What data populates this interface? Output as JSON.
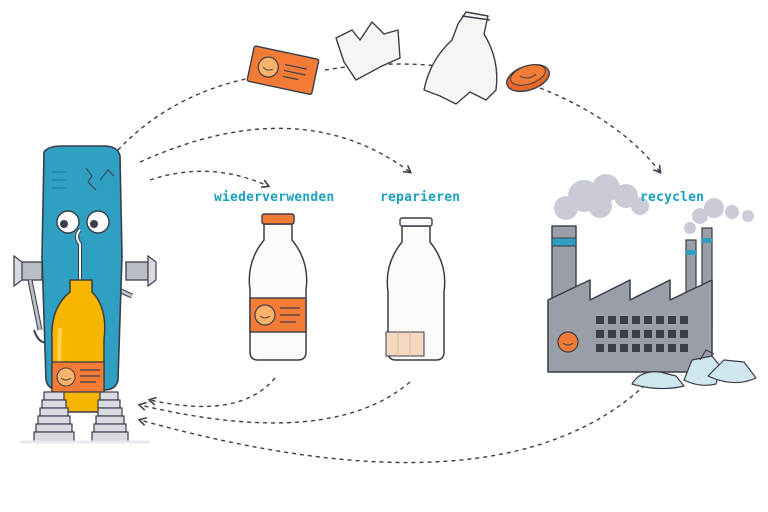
{
  "labels": {
    "reuse": "wiederverwenden",
    "repair": "reparieren",
    "recycle": "recyclen"
  },
  "colors": {
    "accent_text": "#1a9fc0",
    "robot_body": "#2f9fc2",
    "bottle_yellow": "#f7b500",
    "brand_orange": "#f47b36",
    "factory_gray": "#9a9ea6",
    "smoke": "#c9cbd6",
    "outline": "#3a3d4a"
  },
  "icons": {
    "robot": "bottle-robot",
    "reuse_bottle": "labeled-milk-bottle",
    "repair_bottle": "patched-milk-bottle",
    "factory": "recycling-factory",
    "cycle": "dashed-cycle-arrows"
  }
}
